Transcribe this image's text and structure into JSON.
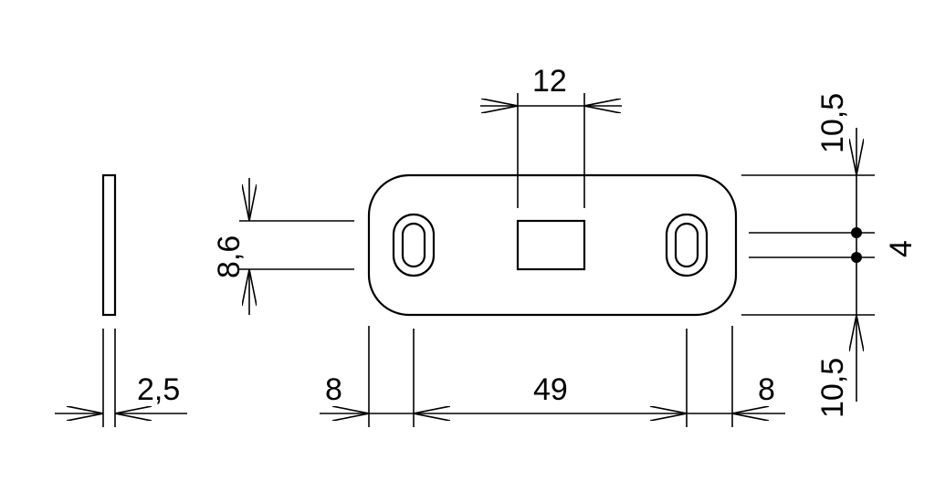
{
  "dimensions": {
    "thickness": "2,5",
    "slot_height": "8,6",
    "window_width": "12",
    "end_left": "8",
    "slot_spacing": "49",
    "end_right": "8",
    "top_margin": "10,5",
    "center_gap": "4",
    "bottom_margin": "10,5"
  }
}
